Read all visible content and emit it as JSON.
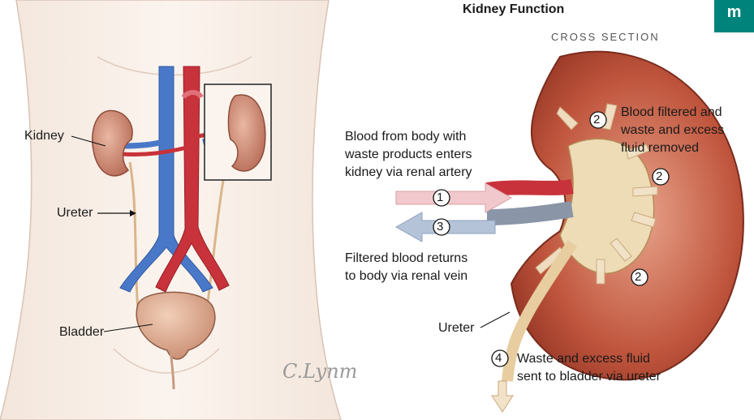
{
  "title": "Kidney Function",
  "subtitle": "CROSS SECTION",
  "brand": "m",
  "signature": "C.Lynm",
  "labels": {
    "kidney": "Kidney",
    "ureter_left": "Ureter",
    "bladder": "Bladder",
    "ureter_right": "Ureter"
  },
  "steps": [
    {
      "number": "1",
      "text_lines": [
        "Blood from body with",
        "waste products enters",
        "kidney via renal artery"
      ]
    },
    {
      "number": "2",
      "text_lines": [
        "Blood filtered and",
        "waste and excess",
        "fluid removed"
      ]
    },
    {
      "number": "3",
      "text_lines": [
        "Filtered blood returns",
        "to body via renal vein"
      ]
    },
    {
      "number": "4",
      "text_lines": [
        "Waste and excess fluid",
        "sent to bladder via ureter"
      ]
    }
  ]
}
